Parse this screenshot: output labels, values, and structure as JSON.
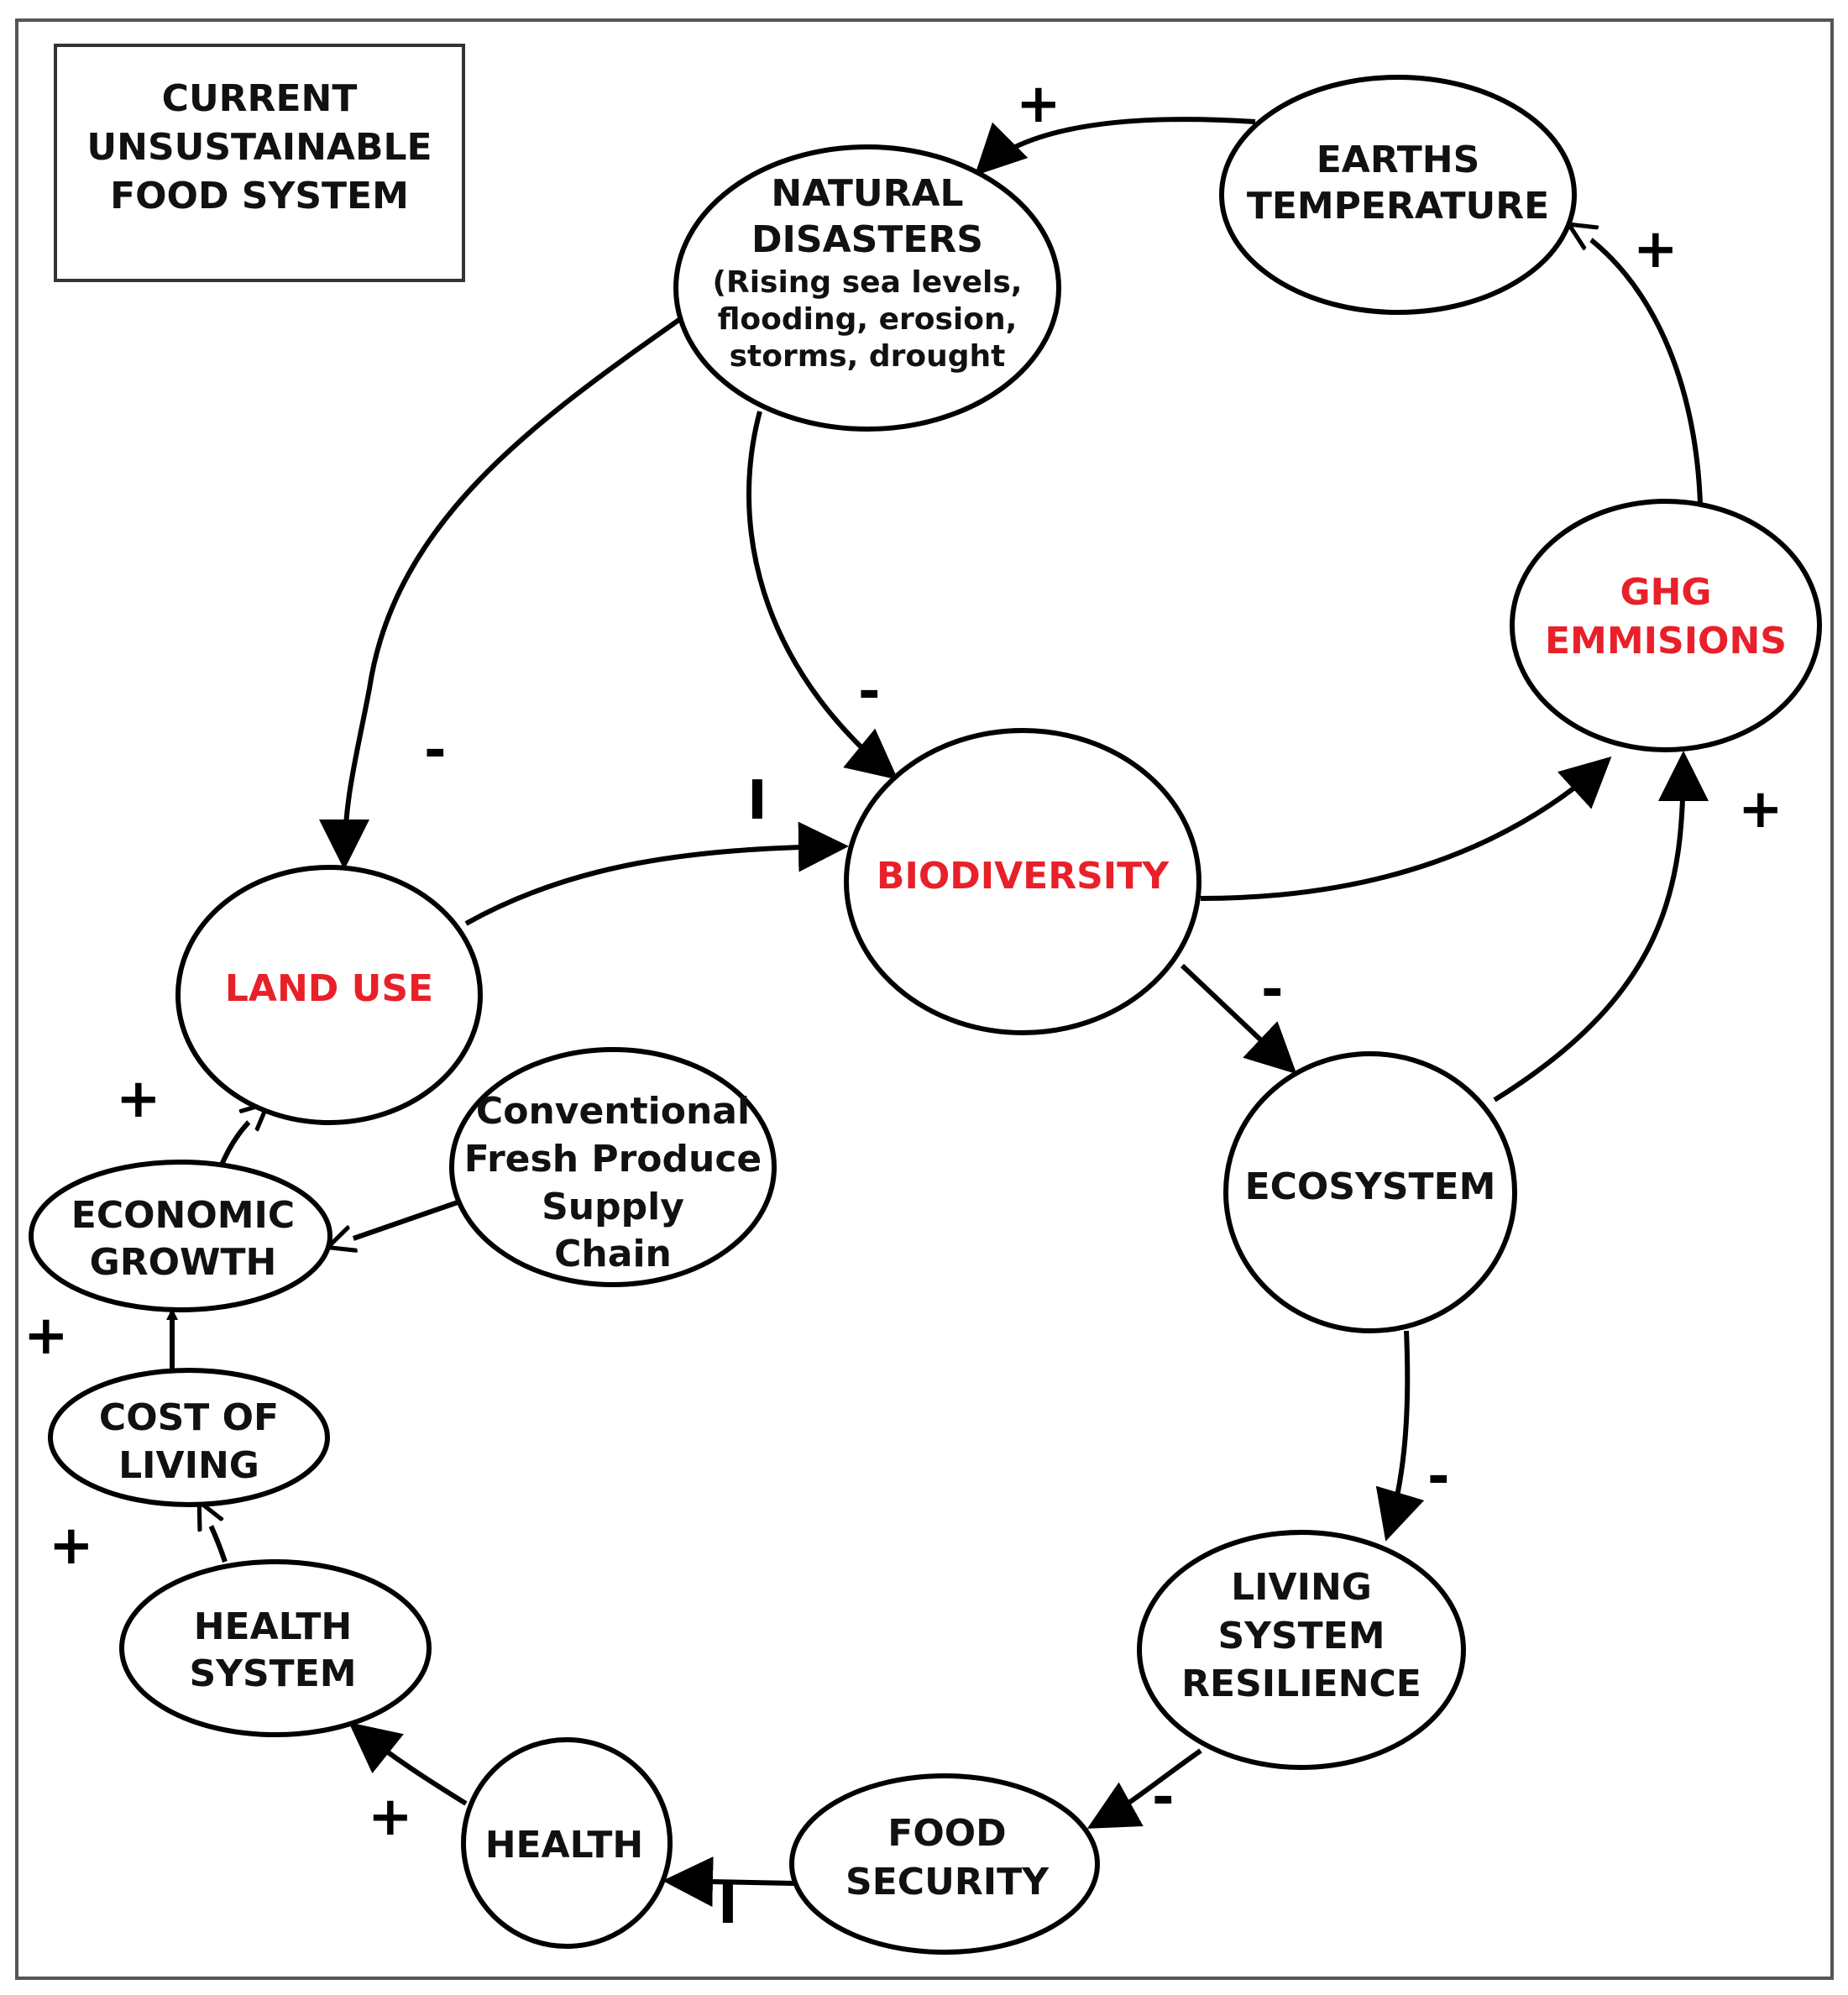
{
  "title": {
    "lines": [
      "CURRENT",
      "UNSUSTAINABLE",
      "FOOD SYSTEM"
    ]
  },
  "nodes": {
    "earths_temperature": {
      "lines": [
        "EARTHS",
        "TEMPERATURE"
      ],
      "color": "#111111"
    },
    "natural_disasters": {
      "lines": [
        "NATURAL",
        "DISASTERS"
      ],
      "detail": [
        "(Rising sea levels,",
        "flooding, erosion,",
        "storms, drought"
      ],
      "color": "#111111"
    },
    "ghg_emissions": {
      "lines": [
        "GHG",
        "EMMISIONS"
      ],
      "color": "#e8202a"
    },
    "biodiversity": {
      "lines": [
        "BIODIVERSITY"
      ],
      "color": "#e8202a"
    },
    "land_use": {
      "lines": [
        "LAND USE"
      ],
      "color": "#e8202a"
    },
    "ecosystem": {
      "lines": [
        "ECOSYSTEM"
      ],
      "color": "#111111"
    },
    "conventional_supply_chain": {
      "lines": [
        "Conventional",
        "Fresh Produce",
        "Supply",
        "Chain"
      ],
      "color": "#111111"
    },
    "economic_growth": {
      "lines": [
        "ECONOMIC",
        "GROWTH"
      ],
      "color": "#111111"
    },
    "cost_of_living": {
      "lines": [
        "COST OF",
        "LIVING"
      ],
      "color": "#111111"
    },
    "health_system": {
      "lines": [
        "HEALTH",
        "SYSTEM"
      ],
      "color": "#111111"
    },
    "living_system_resilience": {
      "lines": [
        "LIVING",
        "SYSTEM",
        "RESILIENCE"
      ],
      "color": "#111111"
    },
    "health": {
      "lines": [
        "HEALTH"
      ],
      "color": "#111111"
    },
    "food_security": {
      "lines": [
        "FOOD",
        "SECURITY"
      ],
      "color": "#111111"
    }
  },
  "edges": [
    {
      "from": "earths_temperature",
      "to": "natural_disasters",
      "sign": "+"
    },
    {
      "from": "ghg_emissions",
      "to": "earths_temperature",
      "sign": "+"
    },
    {
      "from": "natural_disasters",
      "to": "land_use",
      "sign": "-"
    },
    {
      "from": "natural_disasters",
      "to": "biodiversity",
      "sign": "-"
    },
    {
      "from": "land_use",
      "to": "biodiversity",
      "sign": "I"
    },
    {
      "from": "biodiversity",
      "to": "ghg_emissions",
      "sign": ""
    },
    {
      "from": "ecosystem",
      "to": "ghg_emissions",
      "sign": "+"
    },
    {
      "from": "biodiversity",
      "to": "ecosystem",
      "sign": "-"
    },
    {
      "from": "ecosystem",
      "to": "living_system_resilience",
      "sign": "-"
    },
    {
      "from": "living_system_resilience",
      "to": "food_security",
      "sign": "-"
    },
    {
      "from": "food_security",
      "to": "health",
      "sign": "I"
    },
    {
      "from": "health",
      "to": "health_system",
      "sign": "+"
    },
    {
      "from": "health_system",
      "to": "cost_of_living",
      "sign": "+"
    },
    {
      "from": "cost_of_living",
      "to": "economic_growth",
      "sign": "+"
    },
    {
      "from": "economic_growth",
      "to": "land_use",
      "sign": "+"
    },
    {
      "from": "conventional_supply_chain",
      "to": "economic_growth",
      "sign": ""
    }
  ]
}
